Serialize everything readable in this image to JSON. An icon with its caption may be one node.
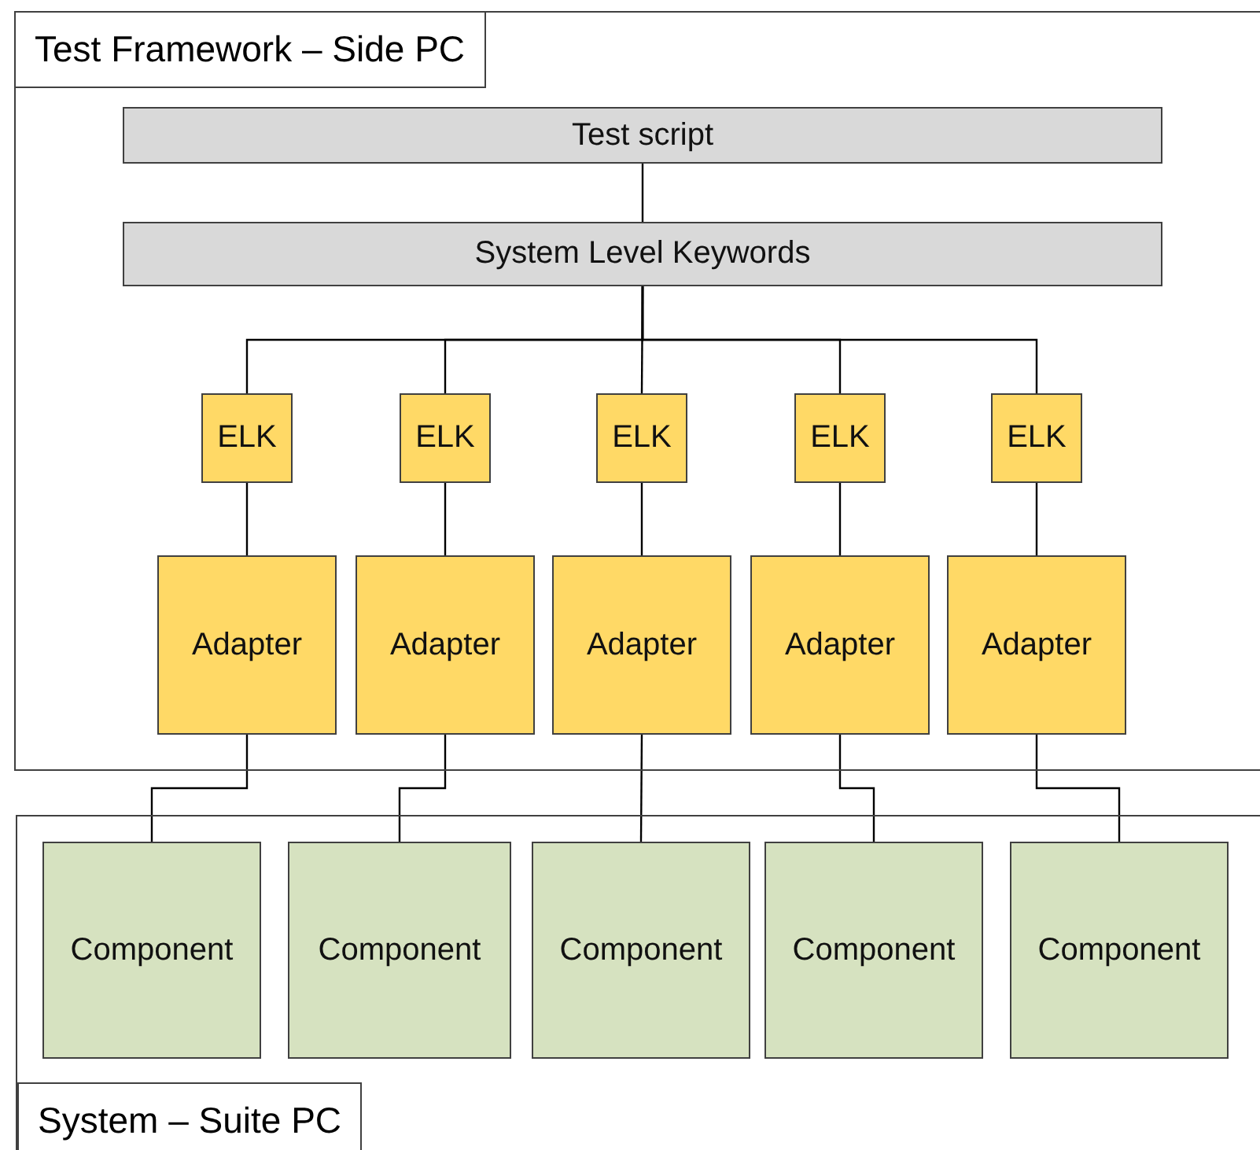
{
  "diagram": {
    "nodes": [
      {
        "text": [
          "Test Framework – Side PC"
        ]
      },
      {
        "text": [
          "Test script"
        ],
        "in": 0
      },
      {
        "text": [
          "System Level Keywords"
        ],
        "in": 0
      },
      {
        "text": [
          "ELK"
        ],
        "in": 0
      },
      {
        "text": [
          "ELK"
        ],
        "in": 0
      },
      {
        "text": [
          "ELK"
        ],
        "in": 0
      },
      {
        "text": [
          "ELK"
        ],
        "in": 0
      },
      {
        "text": [
          "ELK"
        ],
        "in": 0
      },
      {
        "text": [
          "Adapter"
        ],
        "in": 0
      },
      {
        "text": [
          "Adapter"
        ],
        "in": 0
      },
      {
        "text": [
          "Adapter"
        ],
        "in": 0
      },
      {
        "text": [
          "Adapter"
        ],
        "in": 0
      },
      {
        "text": [
          "Adapter"
        ],
        "in": 0
      },
      {
        "text": [
          "System – Suite PC"
        ]
      },
      {
        "text": [
          "Component"
        ],
        "in": 13
      },
      {
        "text": [
          "Component"
        ],
        "in": 13
      },
      {
        "text": [
          "Component"
        ],
        "in": 13
      },
      {
        "text": [
          "Component"
        ],
        "in": 13
      },
      {
        "text": [
          "Component"
        ],
        "in": 13
      }
    ],
    "edges": [
      {
        "from": 1,
        "to": 2,
        "arrow": "none"
      },
      {
        "from": 2,
        "to": 3,
        "arrow": "none"
      },
      {
        "from": 2,
        "to": 4,
        "arrow": "none"
      },
      {
        "from": 2,
        "to": 5,
        "arrow": "none"
      },
      {
        "from": 2,
        "to": 6,
        "arrow": "none"
      },
      {
        "from": 2,
        "to": 7,
        "arrow": "none"
      },
      {
        "from": 3,
        "to": 8,
        "arrow": "none"
      },
      {
        "from": 4,
        "to": 9,
        "arrow": "none"
      },
      {
        "from": 5,
        "to": 10,
        "arrow": "none"
      },
      {
        "from": 6,
        "to": 11,
        "arrow": "none"
      },
      {
        "from": 7,
        "to": 12,
        "arrow": "none"
      },
      {
        "from": 8,
        "to": 14,
        "arrow": "none"
      },
      {
        "from": 9,
        "to": 15,
        "arrow": "none"
      },
      {
        "from": 10,
        "to": 16,
        "arrow": "none"
      },
      {
        "from": 11,
        "to": 17,
        "arrow": "none"
      },
      {
        "from": 12,
        "to": 18,
        "arrow": "none"
      }
    ]
  }
}
